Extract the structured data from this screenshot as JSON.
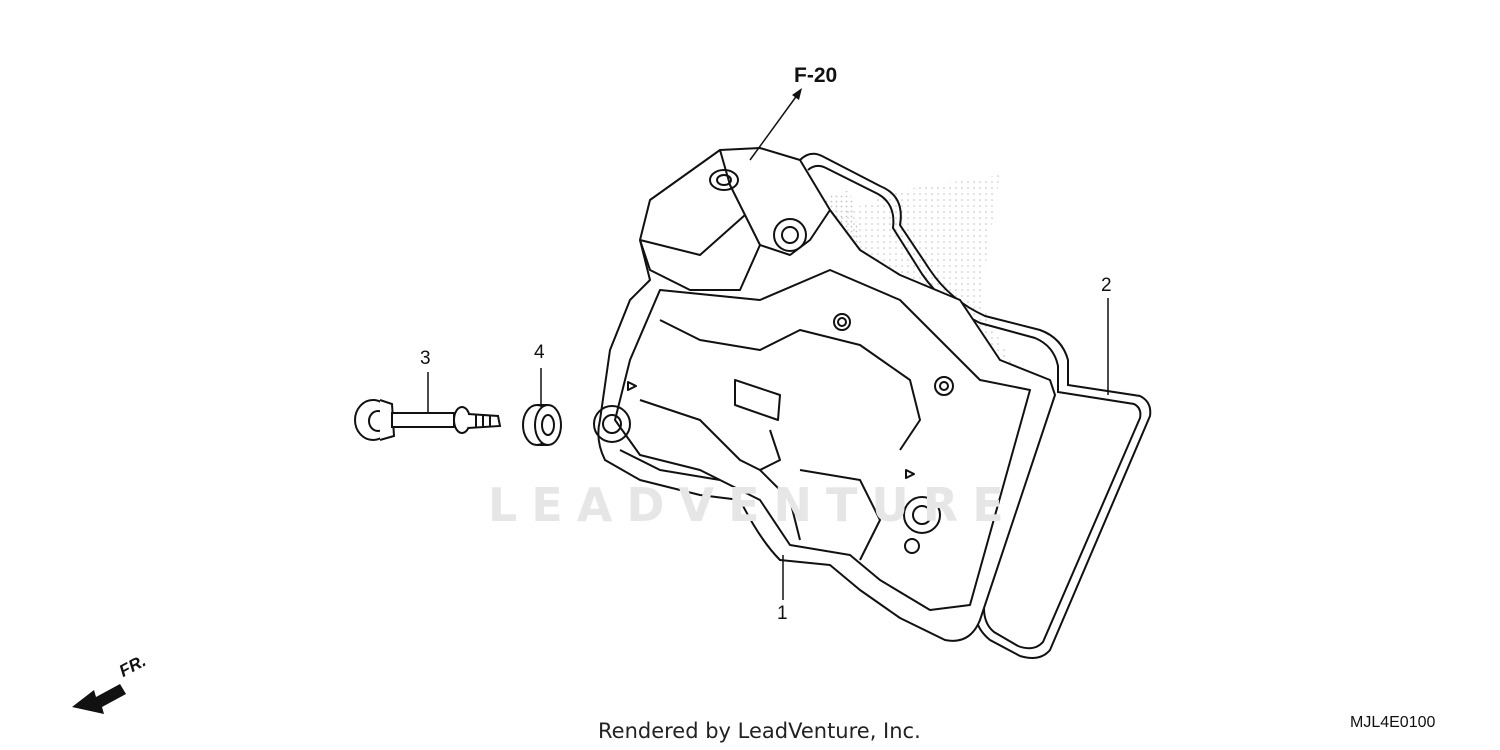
{
  "diagram": {
    "reference": "F-20",
    "callouts": [
      "1",
      "2",
      "3",
      "4"
    ],
    "front_indicator": "FR.",
    "watermark": "LEADVENTURE",
    "footer": "Rendered by LeadVenture, Inc.",
    "diagram_code": "MJL4E0100"
  }
}
